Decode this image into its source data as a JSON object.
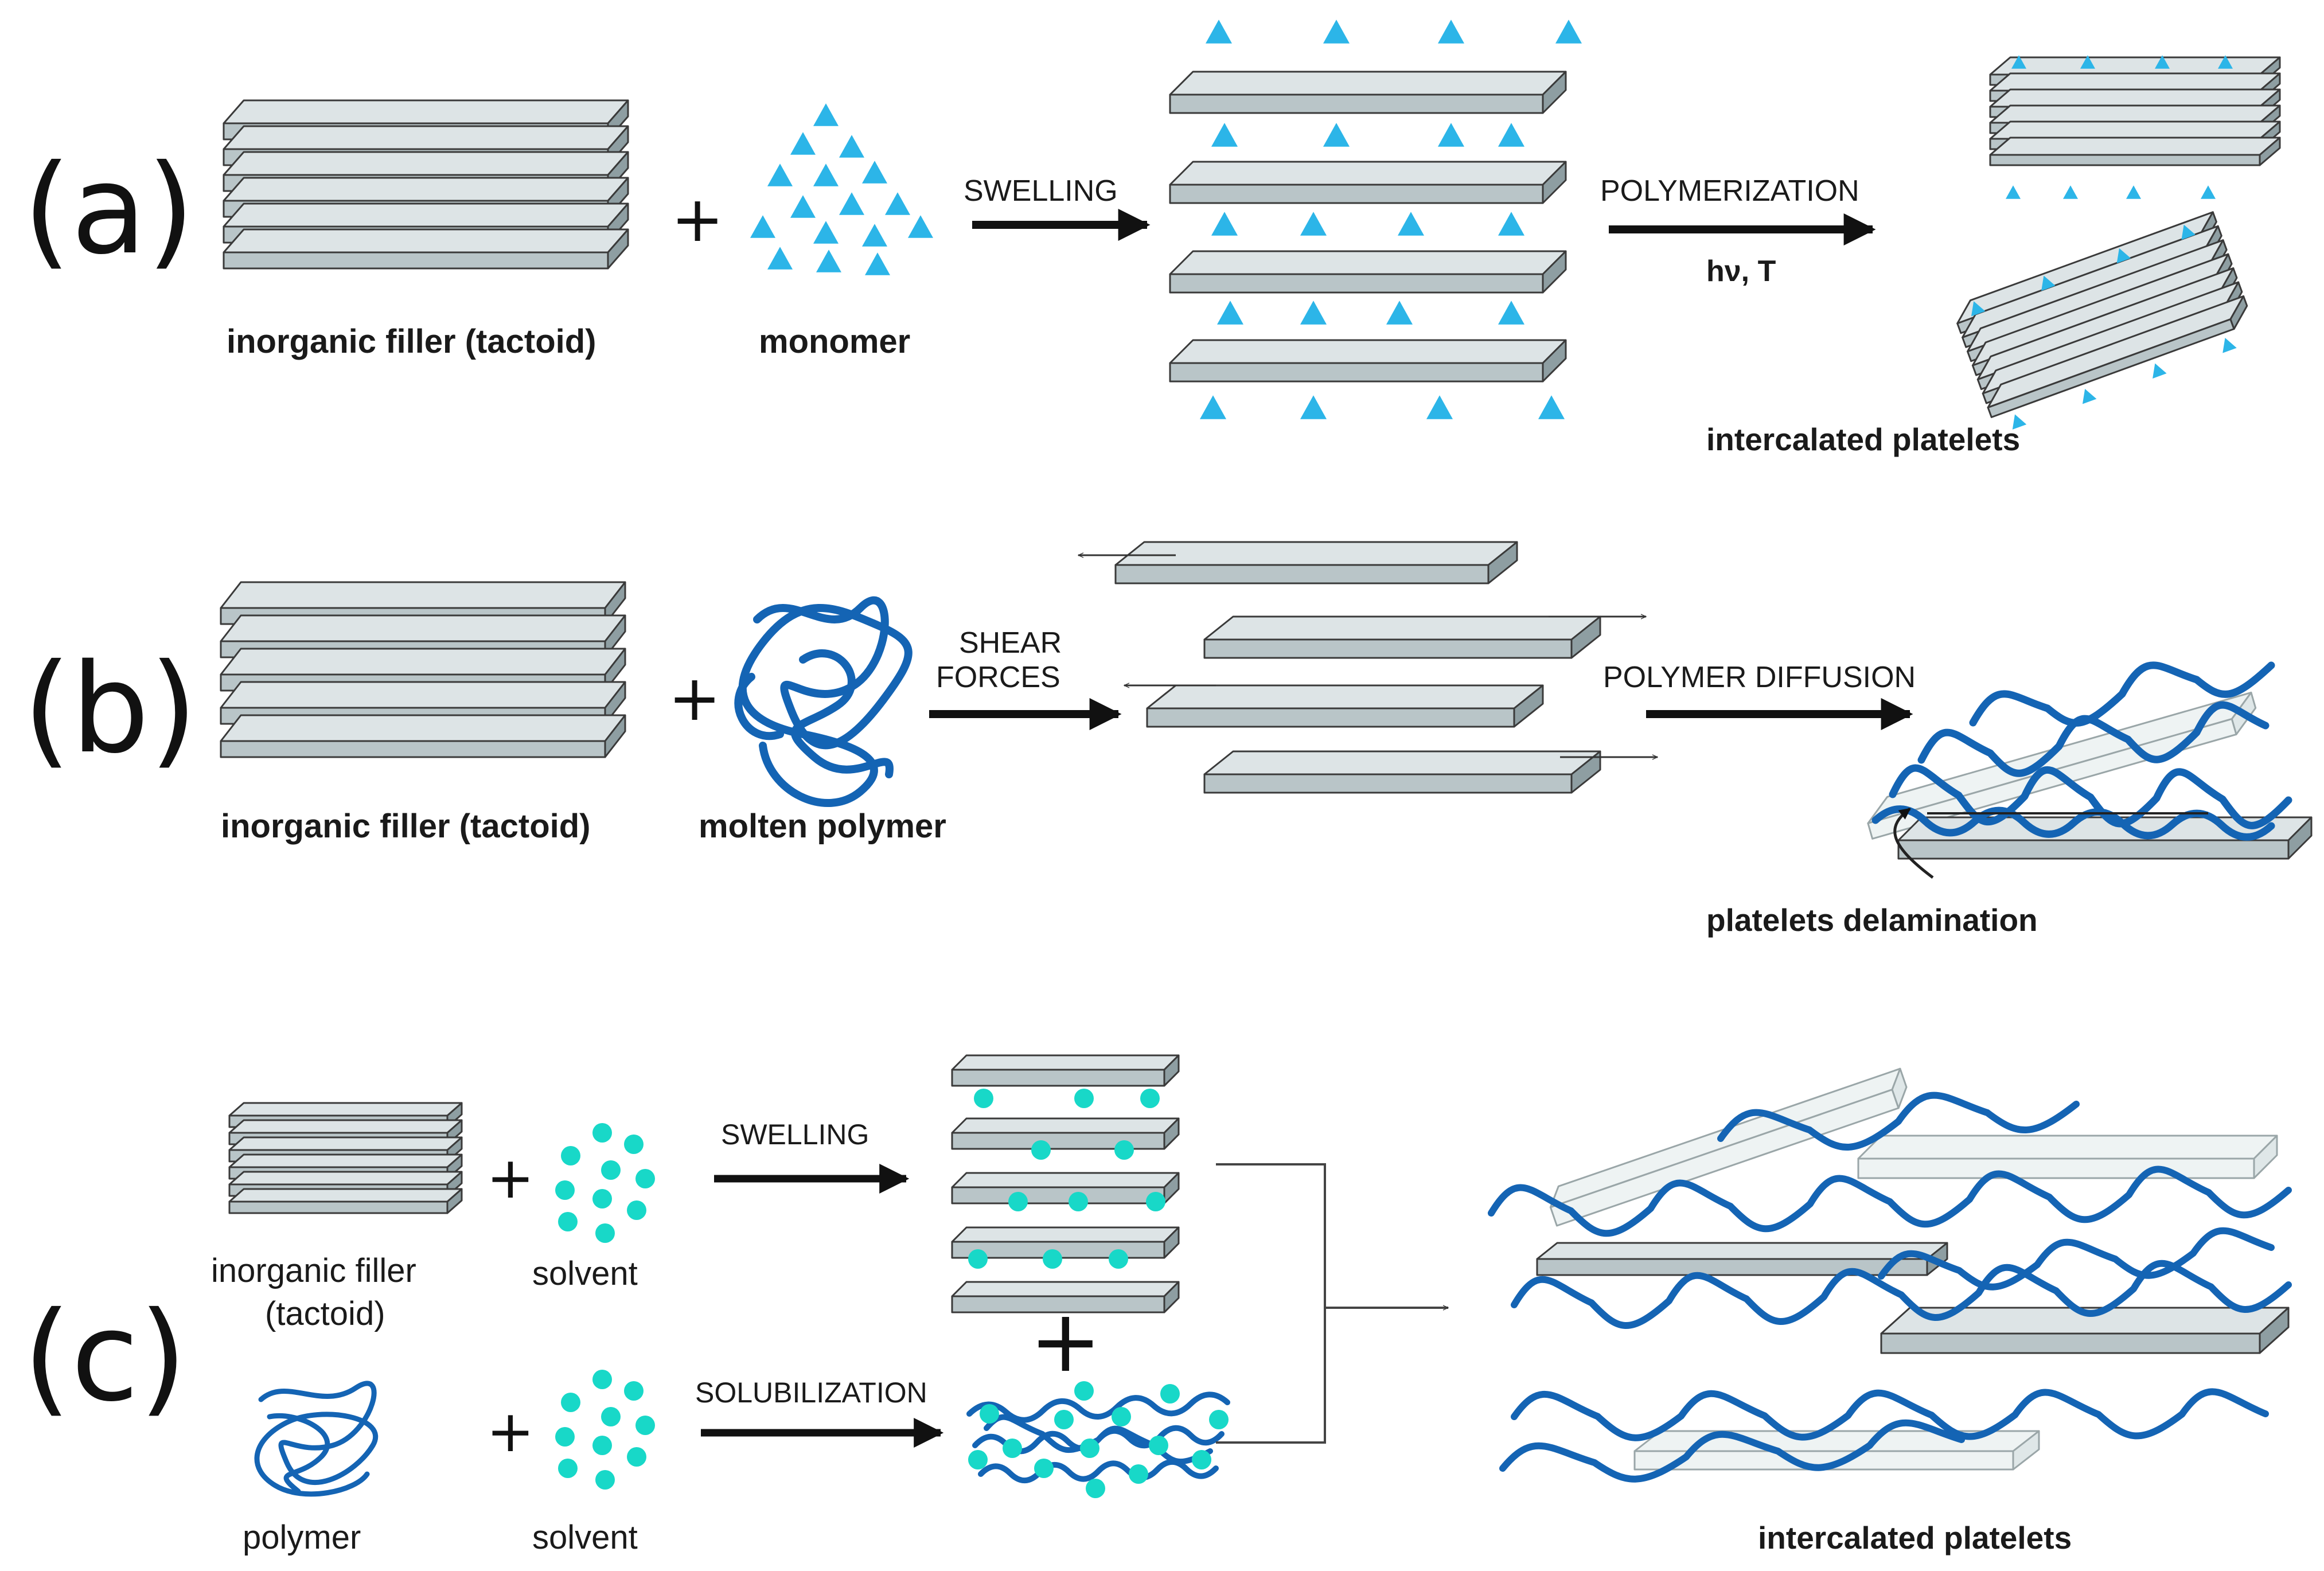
{
  "colors": {
    "plate_top": "#dde4e6",
    "plate_front": "#b9c5c8",
    "plate_side": "#8e9ea2",
    "plate_edge": "#3a3a3a",
    "ghost_fill": "#eef3f3",
    "ghost_edge": "#9aa6a8",
    "monomer": "#2cb5e8",
    "solvent": "#18d8c8",
    "polymer": "#1464b4",
    "arrow": "#111111"
  },
  "panels": {
    "a": {
      "tag": "(a)",
      "filler_label": "inorganic filler (tactoid)",
      "monomer_label": "monomer",
      "step1": "SWELLING",
      "step2": "POLYMERIZATION",
      "step2_conditions": "hν, T",
      "result_label": "intercalated platelets"
    },
    "b": {
      "tag": "(b)",
      "filler_label": "inorganic filler (tactoid)",
      "polymer_label": "molten polymer",
      "step1_line1": "SHEAR",
      "step1_line2": "FORCES",
      "step2": "POLYMER DIFFUSION",
      "result_label": "platelets delamination"
    },
    "c": {
      "tag": "(c)",
      "filler_label_line1": "inorganic filler",
      "filler_label_line2": "(tactoid)",
      "solvent_label_1": "solvent",
      "step1": "SWELLING",
      "polymer_label": "polymer",
      "solvent_label_2": "solvent",
      "step2": "SOLUBILIZATION",
      "result_label": "intercalated platelets"
    }
  },
  "symbols": {
    "plus": "+"
  }
}
